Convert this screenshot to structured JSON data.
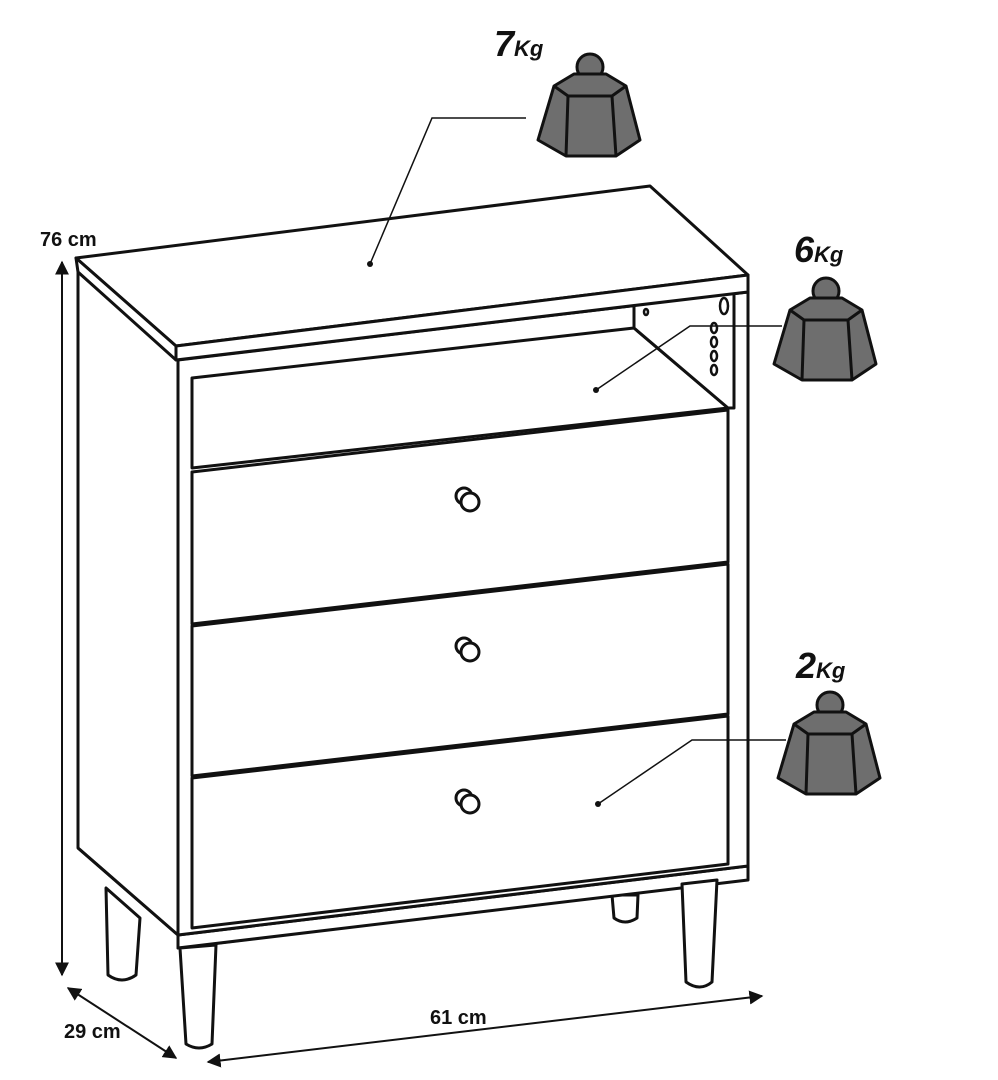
{
  "dimensions": {
    "height": "76 cm",
    "depth": "29 cm",
    "width": "61 cm"
  },
  "loads": [
    {
      "value": "7",
      "unit": "Kg",
      "target": "top surface"
    },
    {
      "value": "6",
      "unit": "Kg",
      "target": "open shelf"
    },
    {
      "value": "2",
      "unit": "Kg",
      "target": "drawer"
    }
  ],
  "colors": {
    "outline": "#111111",
    "weight_fill": "#6e6e6e",
    "background": "#ffffff"
  }
}
